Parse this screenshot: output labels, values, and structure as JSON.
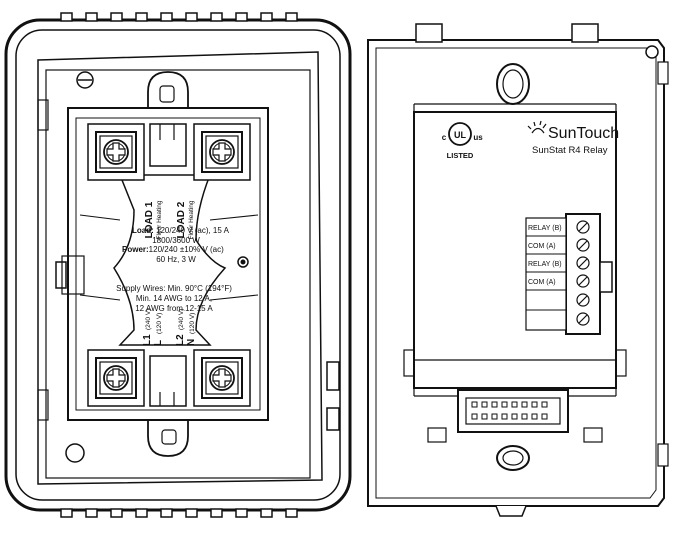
{
  "left_module": {
    "load1": {
      "title": "LOAD 1",
      "sub": "Floor Heating"
    },
    "load2": {
      "title": "LOAD 2",
      "sub": "Floor Heating"
    },
    "load_spec": {
      "label": "Load:",
      "line1": " 120/240 V (ac), 15 A",
      "line2": "1800/3600 W"
    },
    "power_spec": {
      "label": "Power:",
      "line1": "120/240 ±10% V (ac)",
      "line2": "60 Hz, 3 W"
    },
    "supply_wires": {
      "line1": "Supply Wires: Min. 90°C (194°F)",
      "line2": "Min. 14 AWG to 12 A,",
      "line3": "12 AWG from 12-15 A"
    },
    "bottom_terminals": {
      "l1": {
        "title": "L1",
        "sub": "(240 V)"
      },
      "l": {
        "title": "L",
        "sub": "(120 V)"
      },
      "l2": {
        "title": "L2",
        "sub": "(240 V)"
      },
      "n": {
        "title": "N",
        "sub": "(120 V)"
      }
    }
  },
  "right_module": {
    "ul": {
      "c": "c",
      "mark": "UL",
      "us": "us",
      "listed": "LISTED"
    },
    "brand": "SunTouch",
    "model": "SunStat R4 Relay",
    "terminal_labels": [
      "RELAY (B)",
      "COM (A)",
      "RELAY (B)",
      "COM (A)",
      "",
      ""
    ]
  },
  "colors": {
    "line": "#1a1a1a",
    "background": "#ffffff"
  }
}
